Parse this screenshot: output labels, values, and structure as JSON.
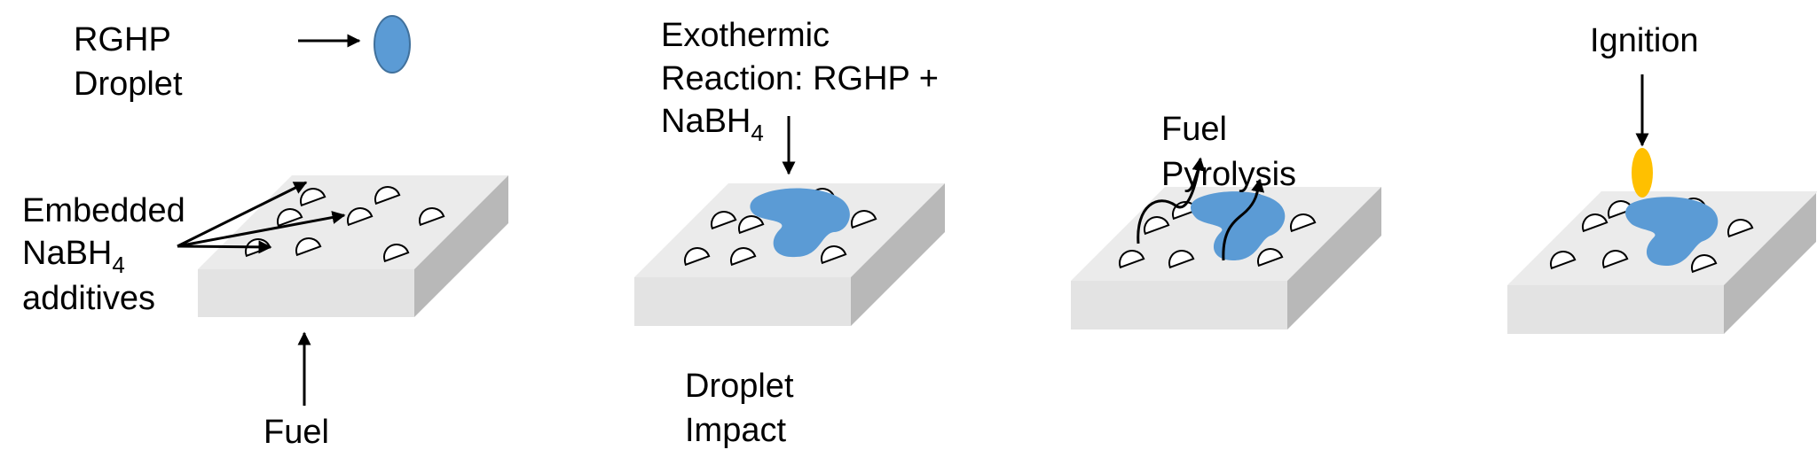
{
  "labels": {
    "droplet_line1": "RGHP",
    "droplet_line2": "Droplet",
    "embedded_line1": "Embedded",
    "embedded_line2_main": "NaBH",
    "embedded_line2_sub": "4",
    "embedded_line3": "additives",
    "fuel": "Fuel",
    "reaction_line1": "Exothermic",
    "reaction_line2": "Reaction: RGHP +",
    "reaction_line3_main": "NaBH",
    "reaction_line3_sub": "4",
    "impact_line1": "Droplet",
    "impact_line2": "Impact",
    "pyrolysis_line1": "Fuel",
    "pyrolysis_line2": "Pyrolysis",
    "ignition": "Ignition"
  },
  "colors": {
    "droplet": "#5b9bd5",
    "droplet_outline": "#41719c",
    "flame": "#ffc000",
    "slab_top": "#ebebeb",
    "slab_front": "#e3e3e3",
    "slab_side": "#b8b8b8"
  }
}
